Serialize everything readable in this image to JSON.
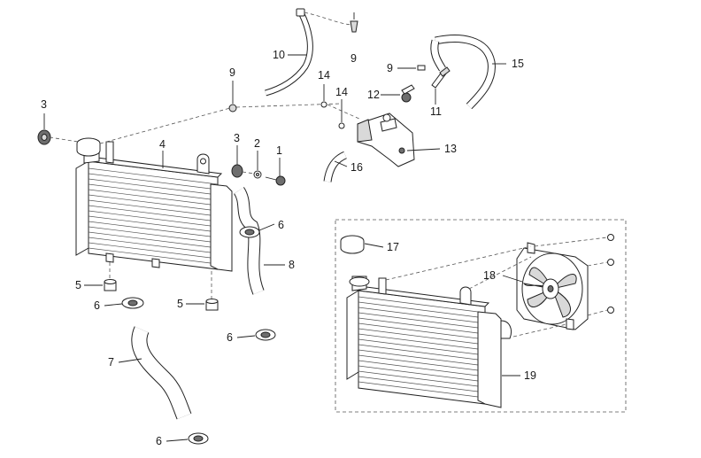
{
  "callouts": {
    "c1": "1",
    "c2": "2",
    "c3a": "3",
    "c3b": "3",
    "c4": "4",
    "c5a": "5",
    "c5b": "5",
    "c6a": "6",
    "c6b": "6",
    "c6c": "6",
    "c6d": "6",
    "c7": "7",
    "c8": "8",
    "c9a": "9",
    "c9b": "9",
    "c9c": "9",
    "c10": "10",
    "c11": "11",
    "c12": "12",
    "c13": "13",
    "c14a": "14",
    "c14b": "14",
    "c15": "15",
    "c16": "16",
    "c17": "17",
    "c18": "18",
    "c19": "19"
  },
  "colors": {
    "line": "#222222",
    "fill_light": "#d9d9d9",
    "fill_dark": "#6e6e6e"
  }
}
